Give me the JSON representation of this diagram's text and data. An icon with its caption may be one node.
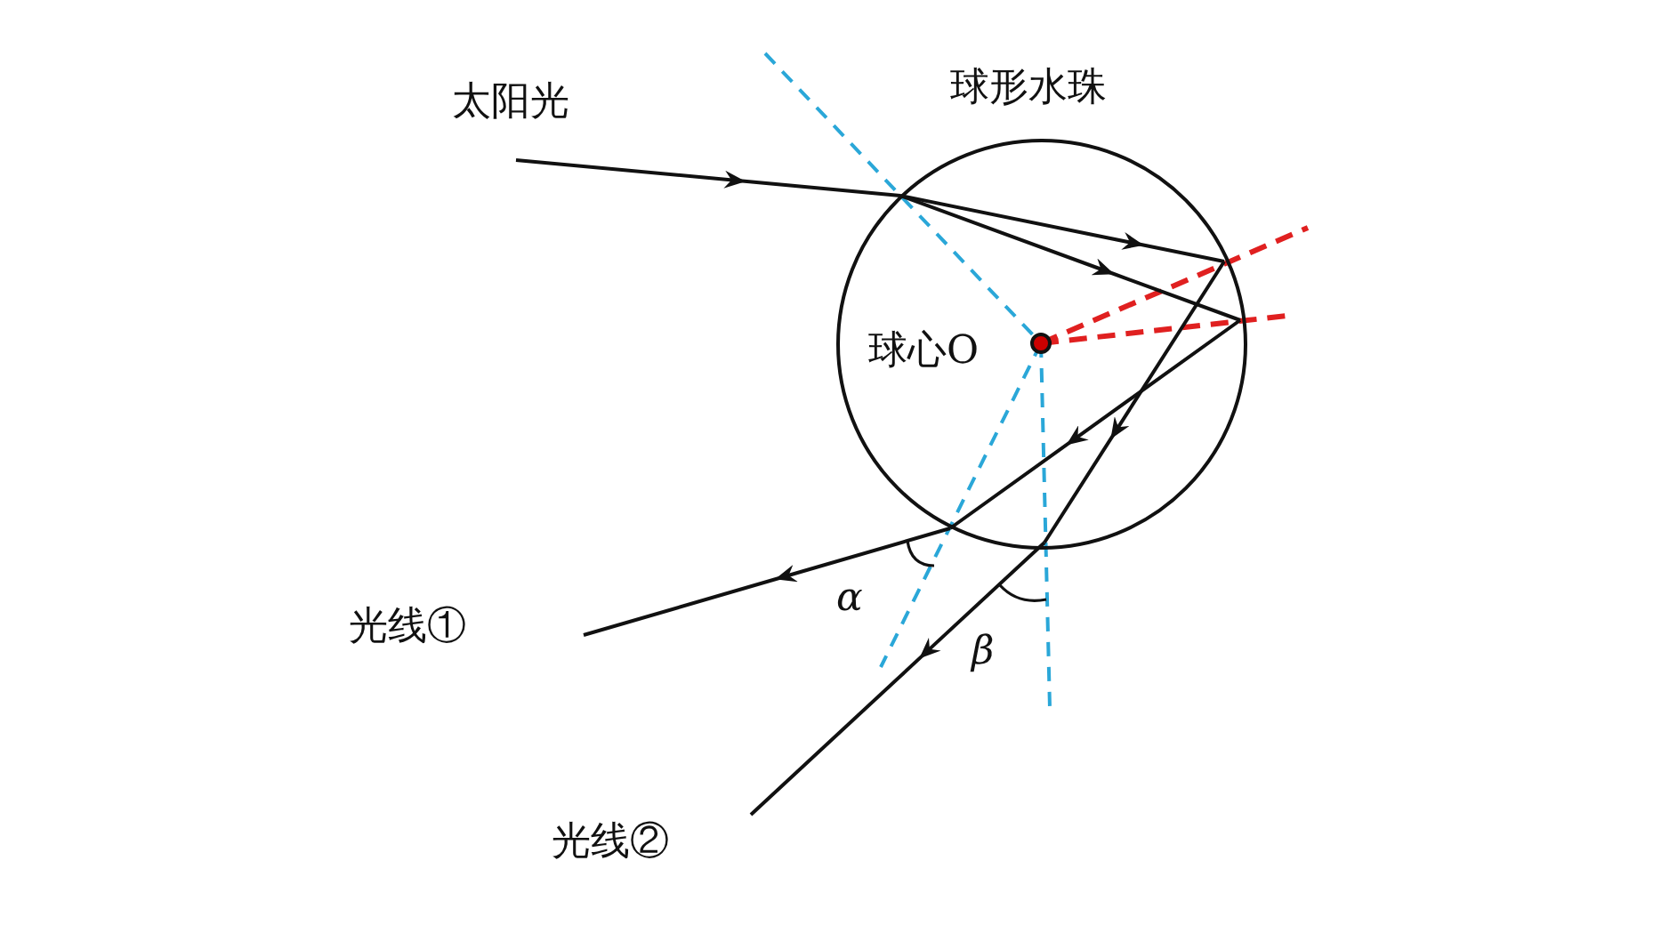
{
  "diagram": {
    "nodes": [
      {
        "text": [
          "球形水珠",
          "球心O"
        ]
      }
    ],
    "labels": [
      "太阳光",
      "光线①",
      "光线②",
      "α",
      "β"
    ]
  }
}
